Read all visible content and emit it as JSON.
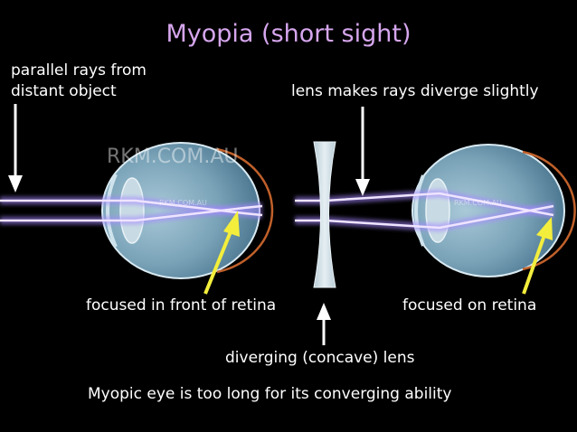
{
  "title": "Myopia (short sight)",
  "labels": {
    "parallel_rays_line1": "parallel rays from",
    "parallel_rays_line2": "distant object",
    "lens_diverge": "lens makes rays diverge slightly",
    "focused_front": "focused in front of retina",
    "focused_on": "focused on retina",
    "diverging_lens": "diverging (concave) lens",
    "caption": "Myopic eye is too long for its converging ability"
  },
  "watermarks": {
    "large": "RKM.COM.AU",
    "small_left": "RKM.COM.AU",
    "small_right": "RKM.COM.AU"
  },
  "colors": {
    "background": "#000000",
    "title": "#d6a6ee",
    "ray": "#c6a9ff",
    "pointer_arrow": "#f3ee3c",
    "eye_fill": "#6f9bb3",
    "retina": "#c0602a"
  },
  "icons": [
    "down-arrow-icon",
    "up-arrow-icon",
    "yellow-pointer-arrow-icon"
  ]
}
